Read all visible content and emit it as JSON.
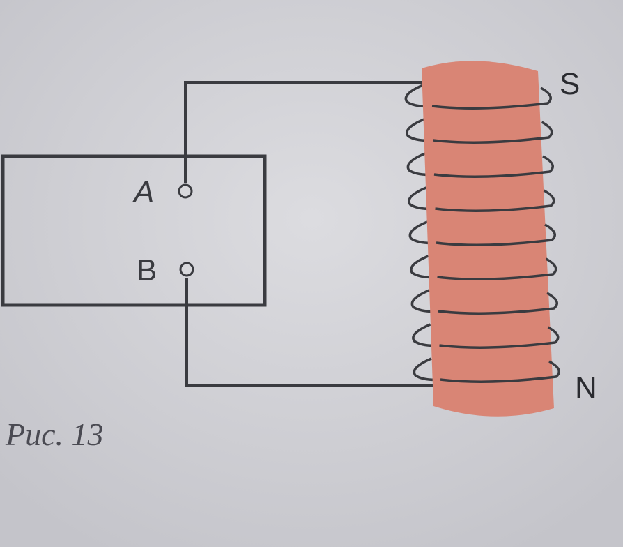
{
  "labels": {
    "a": "A",
    "b": "B",
    "s": "S",
    "n": "N",
    "caption": "Рис. 13"
  },
  "colors": {
    "core": "#d98575",
    "wire": "#3a3b40",
    "background": "#d3d3d8"
  },
  "coil_turns": 9
}
